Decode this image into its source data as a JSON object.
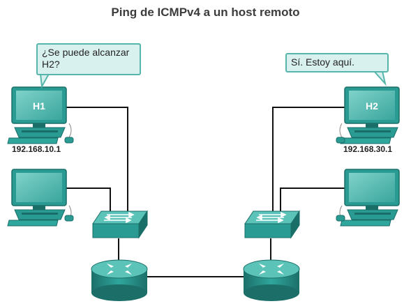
{
  "title": "Ping de ICMPv4 a un host remoto",
  "bubbles": {
    "h1": "¿Se puede alcanzar H2?",
    "h2": "Sí. Estoy aquí."
  },
  "hosts": {
    "h1": {
      "label": "H1",
      "ip": "192.168.10.1"
    },
    "h2": {
      "label": "H2",
      "ip": "192.168.30.1"
    }
  },
  "colors": {
    "device_teal": "#2a9b93",
    "device_dark": "#1a6e68",
    "device_light": "#5cc3b9",
    "screen": "#5fbfb7",
    "bubble_fill": "#d9f1ee",
    "bubble_border": "#57b6ab",
    "link": "#111111"
  }
}
